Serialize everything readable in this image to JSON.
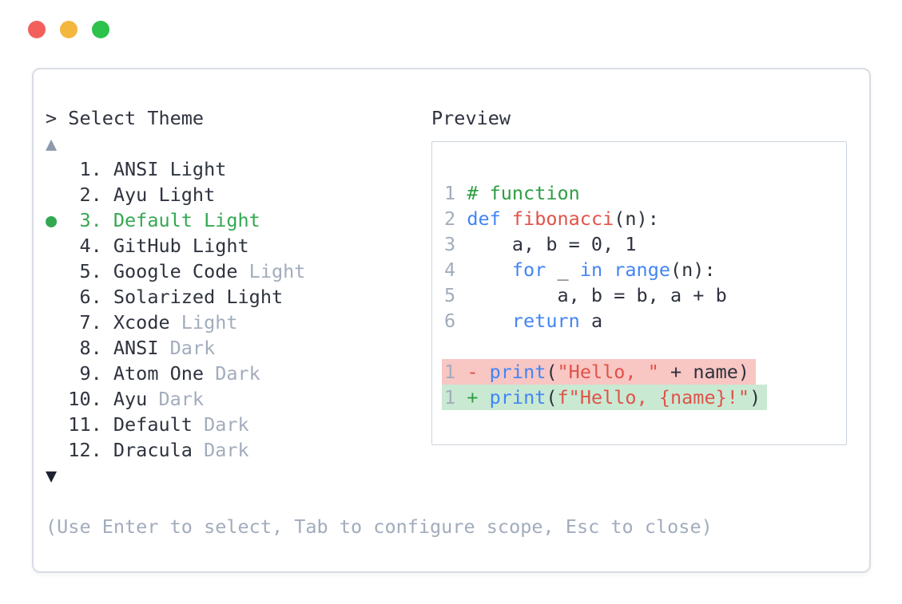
{
  "window": {
    "controls": [
      {
        "name": "close",
        "color": "#f3605b"
      },
      {
        "name": "minimize",
        "color": "#f3b73d"
      },
      {
        "name": "zoom",
        "color": "#2cc24b"
      }
    ]
  },
  "picker": {
    "prompt": "> Select Theme",
    "scroll_up_glyph": "▲",
    "scroll_down_glyph": "▼",
    "selected_marker": "●",
    "help_text": "(Use Enter to select, Tab to configure scope, Esc to close)",
    "selected_number": 3,
    "themes": [
      {
        "num": 1,
        "name": "ANSI Light",
        "dim": "",
        "selected": false
      },
      {
        "num": 2,
        "name": "Ayu Light",
        "dim": "",
        "selected": false
      },
      {
        "num": 3,
        "name": "Default Light",
        "dim": "",
        "selected": true
      },
      {
        "num": 4,
        "name": "GitHub Light",
        "dim": "",
        "selected": false
      },
      {
        "num": 5,
        "name": "Google Code ",
        "dim": "Light",
        "selected": false
      },
      {
        "num": 6,
        "name": "Solarized Light",
        "dim": "",
        "selected": false
      },
      {
        "num": 7,
        "name": "Xcode ",
        "dim": "Light",
        "selected": false
      },
      {
        "num": 8,
        "name": "ANSI ",
        "dim": "Dark",
        "selected": false
      },
      {
        "num": 9,
        "name": "Atom One ",
        "dim": "Dark",
        "selected": false
      },
      {
        "num": 10,
        "name": "Ayu ",
        "dim": "Dark",
        "selected": false
      },
      {
        "num": 11,
        "name": "Default ",
        "dim": "Dark",
        "selected": false
      },
      {
        "num": 12,
        "name": "Dracula ",
        "dim": "Dark",
        "selected": false
      }
    ]
  },
  "preview": {
    "title": "Preview",
    "lines": [
      {
        "hl": "",
        "tokens": [
          [
            "ln",
            "1"
          ],
          [
            "t",
            " "
          ],
          [
            "com",
            "# function"
          ]
        ]
      },
      {
        "hl": "",
        "tokens": [
          [
            "ln",
            "2"
          ],
          [
            "t",
            " "
          ],
          [
            "kw",
            "def"
          ],
          [
            "t",
            " "
          ],
          [
            "str",
            "fibonacci"
          ],
          [
            "t",
            "(n):"
          ]
        ]
      },
      {
        "hl": "",
        "tokens": [
          [
            "ln",
            "3"
          ],
          [
            "t",
            "     a, b = 0, 1"
          ]
        ]
      },
      {
        "hl": "",
        "tokens": [
          [
            "ln",
            "4"
          ],
          [
            "t",
            "     "
          ],
          [
            "kw",
            "for"
          ],
          [
            "t",
            " _ "
          ],
          [
            "kw",
            "in"
          ],
          [
            "t",
            " "
          ],
          [
            "kw",
            "range"
          ],
          [
            "t",
            "(n):"
          ]
        ]
      },
      {
        "hl": "",
        "tokens": [
          [
            "ln",
            "5"
          ],
          [
            "t",
            "         a, b = b, a + b"
          ]
        ]
      },
      {
        "hl": "",
        "tokens": [
          [
            "ln",
            "6"
          ],
          [
            "t",
            "     "
          ],
          [
            "kw",
            "return"
          ],
          [
            "t",
            " a"
          ]
        ]
      },
      {
        "hl": "",
        "tokens": []
      },
      {
        "hl": "del",
        "tokens": [
          [
            "ln",
            "1"
          ],
          [
            "t",
            " "
          ],
          [
            "del",
            "-"
          ],
          [
            "t",
            " "
          ],
          [
            "kw",
            "print"
          ],
          [
            "t",
            "("
          ],
          [
            "str",
            "\"Hello, \""
          ],
          [
            "t",
            " + name)"
          ]
        ]
      },
      {
        "hl": "add",
        "tokens": [
          [
            "ln",
            "1"
          ],
          [
            "t",
            " "
          ],
          [
            "add",
            "+"
          ],
          [
            "t",
            " "
          ],
          [
            "kw",
            "print"
          ],
          [
            "t",
            "("
          ],
          [
            "str",
            "f\"Hello, {name}!\""
          ],
          [
            "t",
            ")"
          ]
        ]
      }
    ]
  },
  "colors": {
    "dark": "#2e333e",
    "dim": "#a2acbc",
    "green": "#34a851",
    "com": "#2f9e44",
    "blue": "#4285f4",
    "red": "#e15349",
    "delfg": "#d94f43",
    "addfg": "#2f9e44",
    "delbg": "#f8c6c3",
    "addbg": "#c9e9d3",
    "panelborder": "#d8dce3",
    "boxborder": "#ccd3dc",
    "arrowup": "#8e99ac",
    "arrowdown": "#1c2230"
  }
}
